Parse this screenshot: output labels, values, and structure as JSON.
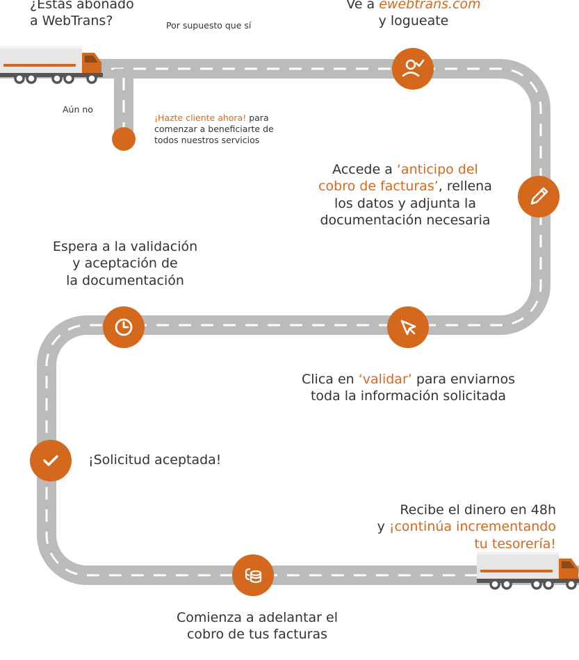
{
  "colors": {
    "accent": "#d4691e",
    "road": "#bbbbbb",
    "road_lines": "#ffffff",
    "text": "#333333",
    "truck_body": "#e8e8e8",
    "truck_cab": "#d4691e"
  },
  "start": {
    "question_line1": "¿Estás abonado",
    "question_line2": "a WebTrans?",
    "yes_label": "Por supuesto que sí",
    "no_label": "Aún no",
    "signup_link": "¡Hazte cliente ahora!",
    "signup_rest1": " para",
    "signup_rest2": "comenzar a beneficiarte de",
    "signup_rest3": "todos nuestros servicios"
  },
  "steps": {
    "login": {
      "icon": "user-check-icon",
      "prefix": "Ve a ",
      "link": "ewebtrans.com",
      "line2": "y logueate"
    },
    "fill": {
      "icon": "pencil-icon",
      "l1_pre": "Accede a ",
      "l1_hl": "‘anticipo del",
      "l2_hl": "cobro de facturas’",
      "l2_post": ", rellena",
      "l3": "los datos y adjunta la",
      "l4": "documentación necesaria"
    },
    "validate": {
      "icon": "cursor-icon",
      "l1_pre": "Clica en ",
      "l1_hl": "‘validar’",
      "l1_post": " para enviarnos",
      "l2": "toda la información solicitada"
    },
    "wait": {
      "icon": "clock-icon",
      "l1": "Espera a la validación",
      "l2": "y aceptación de",
      "l3": "la documentación"
    },
    "accepted": {
      "icon": "check-icon",
      "text": "¡Solicitud aceptada!"
    },
    "receive": {
      "l1": "Recibe el dinero en 48h",
      "l2_pre": "y ",
      "l2_hl": "¡continúa incrementando",
      "l3_hl": "tu tesorería!"
    },
    "advance": {
      "icon": "coins-icon",
      "l1": "Comienza a adelantar el",
      "l2": "cobro de tus facturas"
    }
  }
}
